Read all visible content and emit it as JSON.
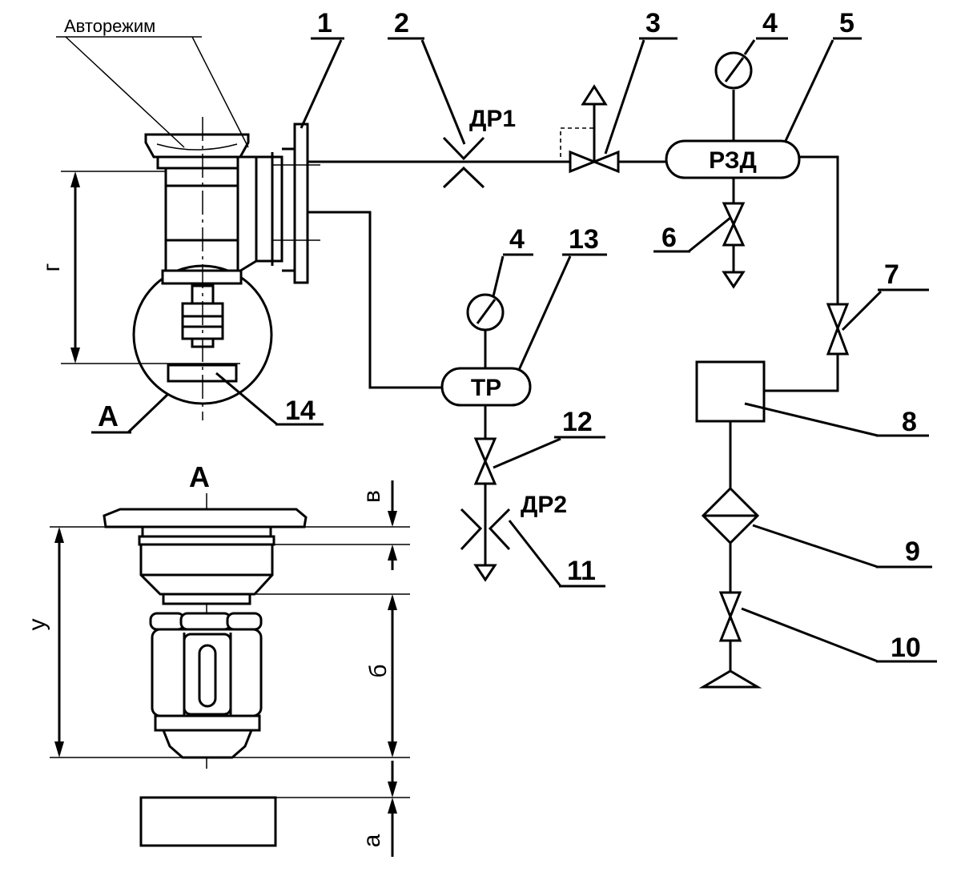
{
  "diagram": {
    "callout_auto": "Авторежим",
    "labels": {
      "n1": "1",
      "n2": "2",
      "n3": "3",
      "n4a": "4",
      "n5": "5",
      "n6": "6",
      "n4b": "4",
      "n13": "13",
      "n7": "7",
      "n12": "12",
      "n8": "8",
      "n11": "11",
      "n9": "9",
      "n10": "10",
      "n14": "14"
    },
    "symbols": {
      "dr1": "ДР1",
      "dr2": "ДР2",
      "rzd": "РЗД",
      "tr": "ТР"
    },
    "views": {
      "section_mark": "А",
      "view_title": "А"
    },
    "dimensions": {
      "g": "г",
      "v": "в",
      "u": "у",
      "b": "б",
      "a": "а"
    }
  }
}
